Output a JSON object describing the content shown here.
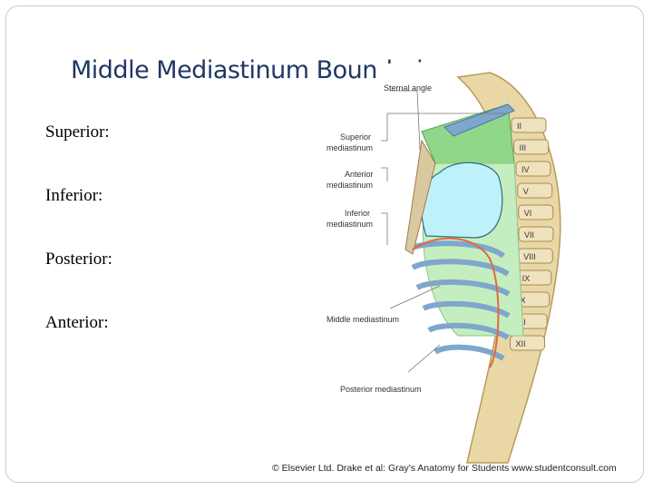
{
  "slide": {
    "title": "Middle Mediastinum Boundaries",
    "bullets": [
      "Superior:",
      "Inferior:",
      "Posterior:",
      "Anterior:"
    ]
  },
  "figure": {
    "labels": {
      "sternal_angle": "Sternal angle",
      "superior_1": "Superior",
      "superior_2": "mediastinum",
      "anterior_1": "Anterior",
      "anterior_2": "mediastinum",
      "inferior_1": "Inferior",
      "inferior_2": "mediastinum",
      "middle": "Middle mediastinum",
      "posterior": "Posterior mediastinum"
    },
    "vertebrae": [
      "II",
      "III",
      "IV",
      "V",
      "VI",
      "VII",
      "VIII",
      "IX",
      "X",
      "XI",
      "XII"
    ],
    "credit": "© Elsevier Ltd. Drake et al: Gray's Anatomy for Students www.studentconsult.com"
  },
  "colors": {
    "title": "#1f3864",
    "superior_region": "#8fd88a",
    "anterior_region": "#c5eec0",
    "heart_region": "#bff1fa",
    "boundary": "#e26a3c"
  }
}
